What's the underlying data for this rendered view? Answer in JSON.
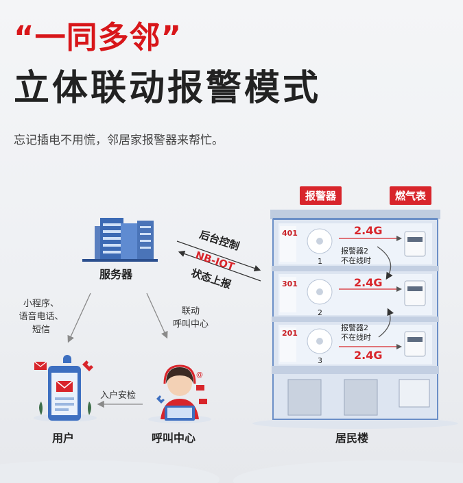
{
  "title_line1": "“一同多邻”",
  "title_line2": "立体联动报警模式",
  "subtitle": "忘记插电不用慌，邻居家报警器来帮忙。",
  "tags": {
    "alarm": "报警器",
    "gas_meter": "燃气表"
  },
  "nodes": {
    "server": "服务器",
    "user": "用户",
    "call_center": "呼叫中心",
    "building": "居民楼"
  },
  "arrows": {
    "backend_control": "后台控制",
    "nb_iot": "NB-IOT",
    "status_report": "状态上报",
    "to_user": "小程序、\n语音电话、\n短信",
    "to_call_center": "联动\n呼叫中心",
    "home_inspection": "入户安检"
  },
  "floors": [
    {
      "number": "401",
      "index": "1",
      "signal": "2.4G"
    },
    {
      "number": "301",
      "index": "2",
      "signal": "2.4G"
    },
    {
      "number": "201",
      "index": "3",
      "signal": "2.4G"
    }
  ],
  "offline_note": "报警器2\n不在线时",
  "colors": {
    "accent": "#d8161a",
    "building": "#c9d4e4"
  }
}
